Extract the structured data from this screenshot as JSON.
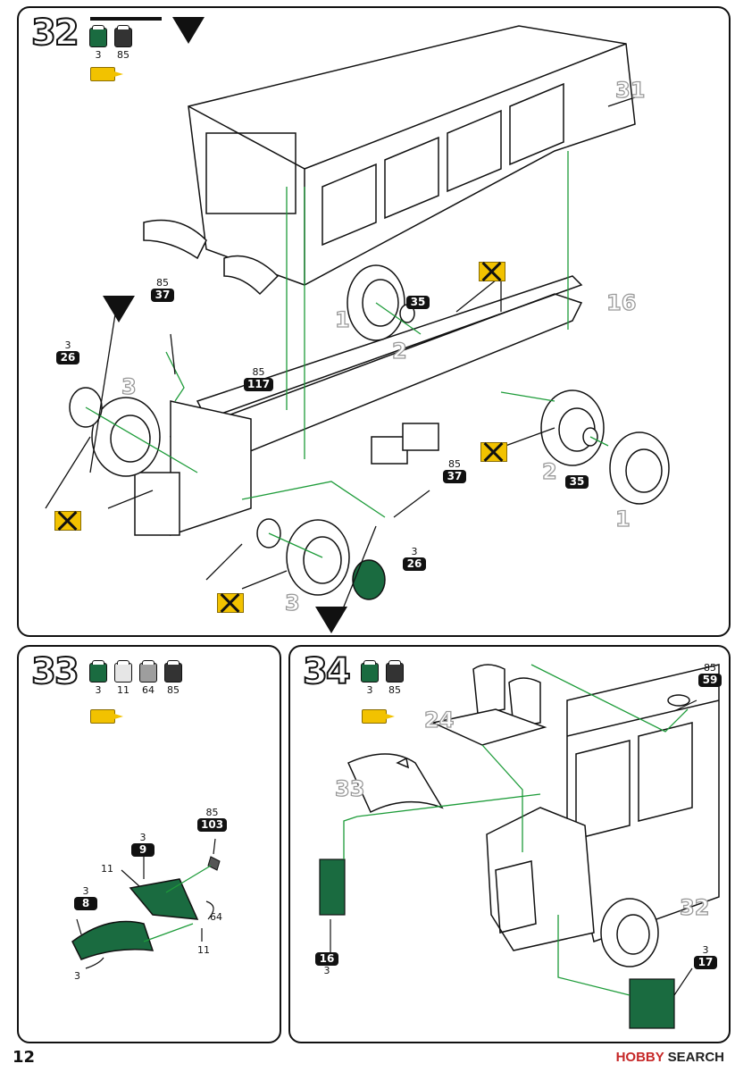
{
  "steps": [
    {
      "num": "32",
      "paints": [
        {
          "code": "3",
          "color": "#1a6b40"
        },
        {
          "code": "85",
          "color": "#333333"
        }
      ]
    },
    {
      "num": "33",
      "paints": [
        {
          "code": "3",
          "color": "#1a6b40"
        },
        {
          "code": "11",
          "color": "#e6e6e6"
        },
        {
          "code": "64",
          "color": "#9e9e9e"
        },
        {
          "code": "85",
          "color": "#333333"
        }
      ]
    },
    {
      "num": "34",
      "paints": [
        {
          "code": "3",
          "color": "#1a6b40"
        },
        {
          "code": "85",
          "color": "#333333"
        }
      ]
    }
  ],
  "step32": {
    "callouts": [
      {
        "id": "c-85-37-top",
        "top": "85",
        "tag": "37"
      },
      {
        "id": "c-3-26-left",
        "top": "3",
        "tag": "26"
      },
      {
        "id": "c-85-117",
        "top": "85",
        "tag": "117"
      },
      {
        "id": "c-35-a",
        "top": "",
        "tag": "35"
      },
      {
        "id": "c-35-b",
        "top": "",
        "tag": "35"
      },
      {
        "id": "c-85-37-mid",
        "top": "85",
        "tag": "37"
      },
      {
        "id": "c-3-26-bottom",
        "top": "3",
        "tag": "26"
      }
    ],
    "part_labels": [
      "31",
      "16",
      "1",
      "2",
      "3",
      "2",
      "1",
      "3"
    ]
  },
  "step33": {
    "callouts": [
      {
        "id": "c-85-103",
        "top": "85",
        "tag": "103"
      },
      {
        "id": "c-3-9",
        "top": "3",
        "tag": "9"
      },
      {
        "id": "c-3-8",
        "top": "3",
        "tag": "8"
      }
    ],
    "smalls": [
      "11",
      "64",
      "11",
      "3"
    ]
  },
  "step34": {
    "callouts": [
      {
        "id": "c-85-59",
        "top": "85",
        "tag": "59"
      },
      {
        "id": "c-3-17",
        "top": "3",
        "tag": "17"
      },
      {
        "id": "c-16-3",
        "top": "3",
        "tag": "16"
      }
    ],
    "part_labels": [
      "24",
      "33",
      "32"
    ]
  },
  "footer": {
    "page": "12",
    "watermark_a": "HOBBY",
    "watermark_b": "SEARCH"
  }
}
